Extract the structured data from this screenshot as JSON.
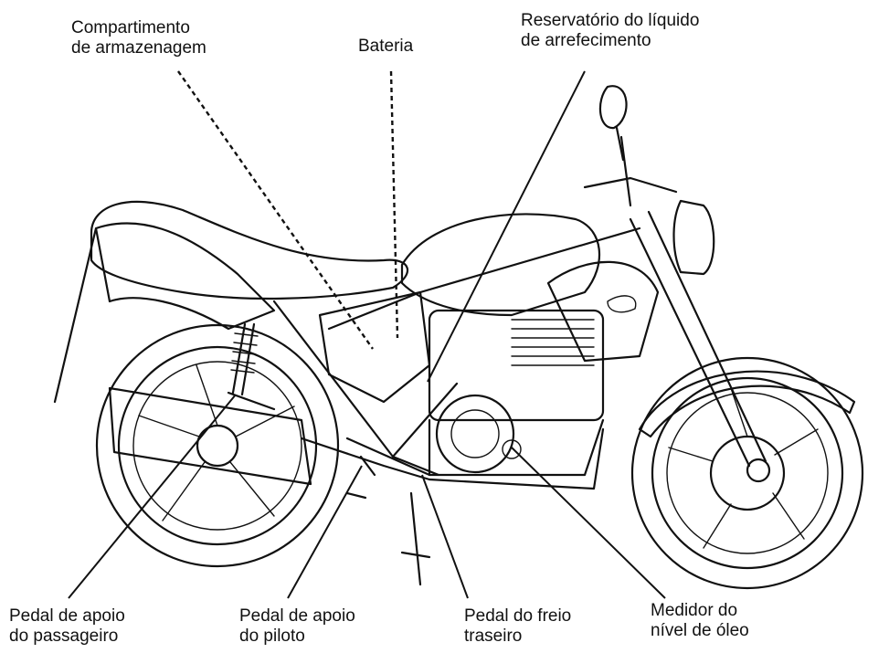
{
  "labels": {
    "storage": "Compartimento\nde armazenagem",
    "battery": "Bateria",
    "coolant": "Reservatório do líquido\nde arrefecimento",
    "passenger_peg": "Pedal de apoio\ndo passageiro",
    "rider_peg": "Pedal de apoio\ndo piloto",
    "rear_brake": "Pedal do freio\ntraseiro",
    "oil_gauge": "Medidor do\nnível de óleo"
  },
  "colors": {
    "ink": "#111111",
    "background": "#ffffff"
  }
}
